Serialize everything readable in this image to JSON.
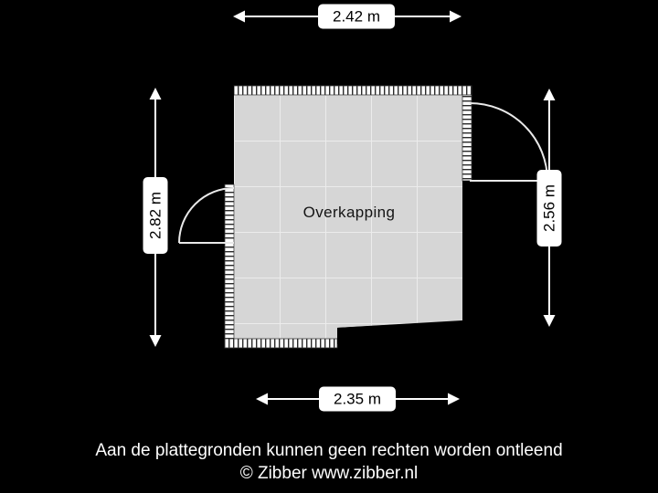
{
  "plan": {
    "room_label": "Overkapping",
    "dimensions": {
      "top": "2.42 m",
      "left": "2.82 m",
      "right": "2.56 m",
      "bottom": "2.35 m"
    }
  },
  "footer": {
    "disclaimer": "Aan de plattegronden kunnen geen rechten worden ontleend",
    "copyright": "© Zibber www.zibber.nl"
  },
  "colors": {
    "background": "#000000",
    "floor": "#d6d6d6",
    "grid_line": "#ececec",
    "wall": "#000000",
    "open_wall_band": "#ffffff",
    "dimension": "#ffffff",
    "label_background": "#ffffff",
    "label_text": "#000000",
    "footer_text": "#ffffff"
  }
}
